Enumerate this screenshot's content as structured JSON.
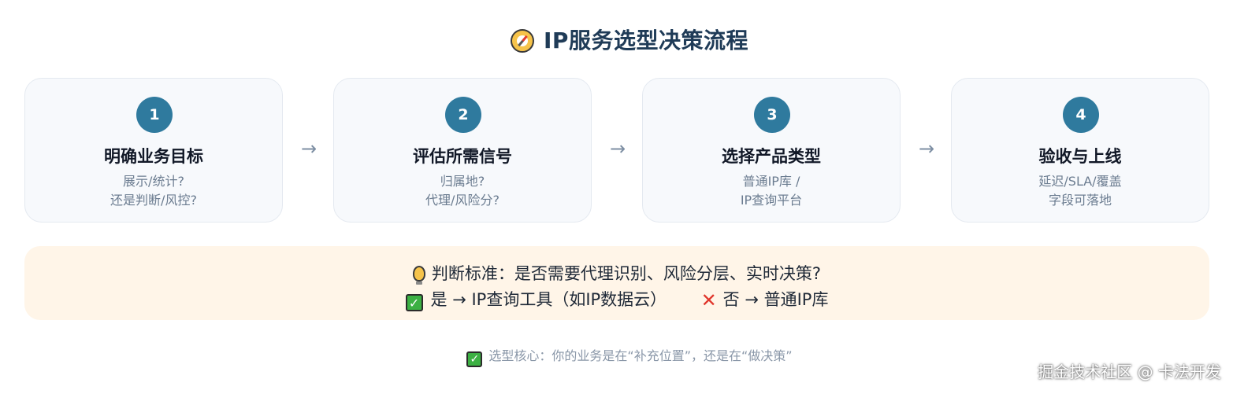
{
  "title": "IP服务选型决策流程",
  "title_icon": "compass-icon",
  "steps": [
    {
      "number": "1",
      "title": "明确业务目标",
      "line1": "展示/统计?",
      "line2": "还是判断/风控?"
    },
    {
      "number": "2",
      "title": "评估所需信号",
      "line1": "归属地?",
      "line2": "代理/风险分?"
    },
    {
      "number": "3",
      "title": "选择产品类型",
      "line1": "普通IP库 /",
      "line2": "IP查询平台"
    },
    {
      "number": "4",
      "title": "验收与上线",
      "line1": "延迟/SLA/覆盖",
      "line2": "字段可落地"
    }
  ],
  "arrow": "→",
  "criteria": {
    "question": "判断标准：是否需要代理识别、风险分层、实时决策?",
    "yes_text": "是 → IP查询工具（如IP数据云）",
    "no_text": "否 → 普通IP库"
  },
  "core_text": "选型核心：你的业务是在“补充位置”，还是在“做决策”",
  "watermark": "掘金技术社区 @ 卡法开发",
  "colors": {
    "step_circle": "#2f7a9e",
    "title": "#1f3b57",
    "criteria_bg": "#fff5e8",
    "card_bg": "#f7f9fc"
  }
}
